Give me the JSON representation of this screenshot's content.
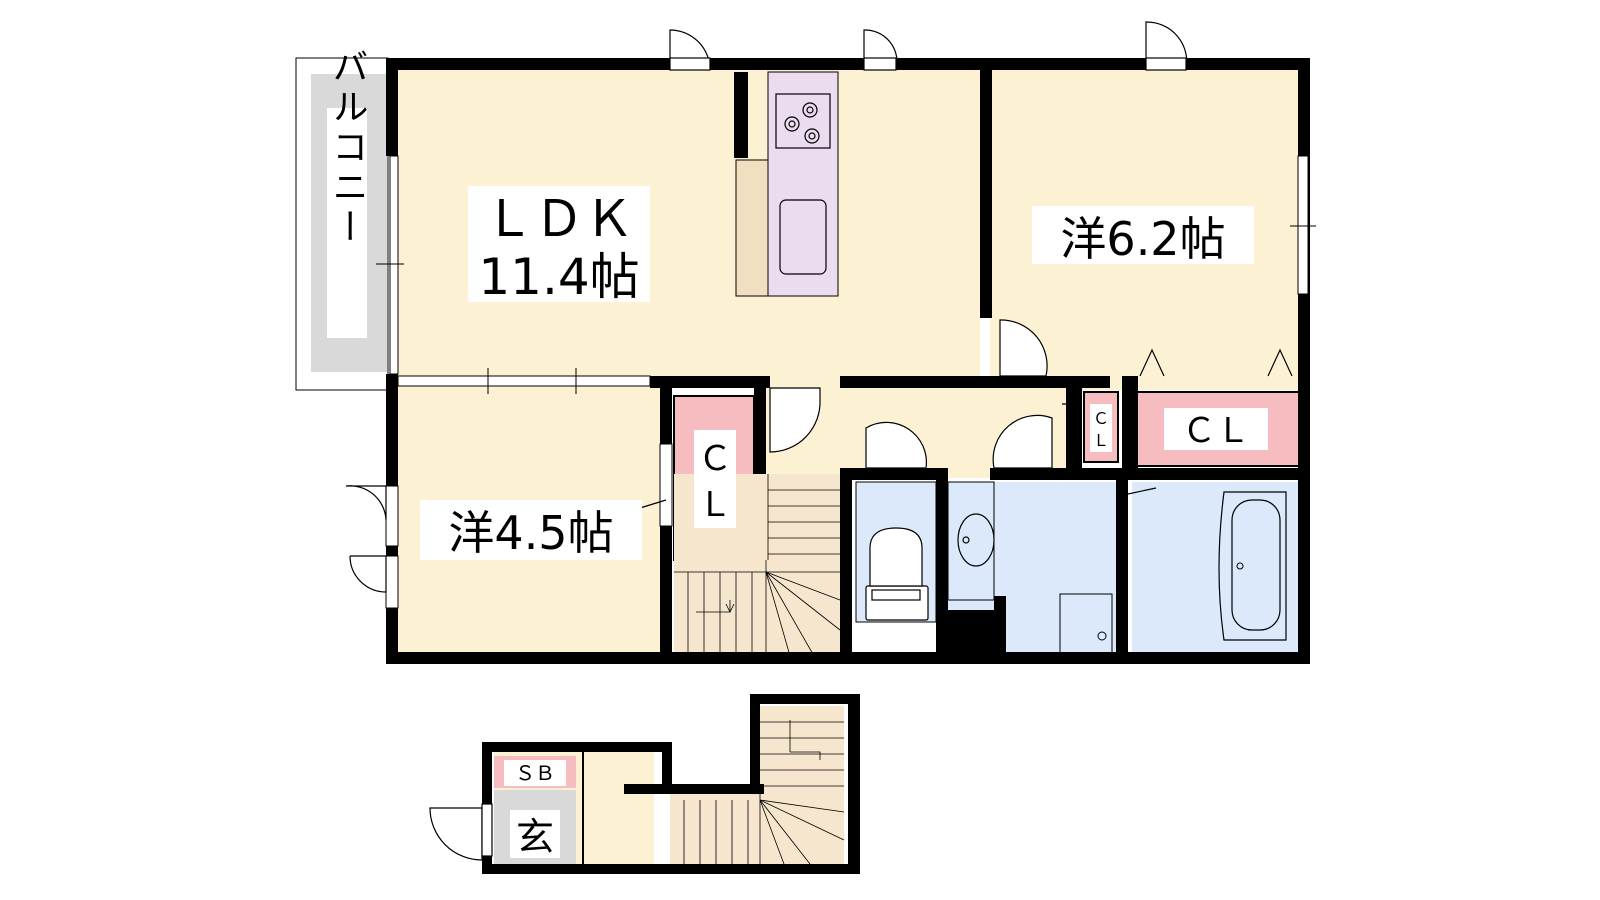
{
  "rooms": {
    "ldk_name": "ＬＤＫ",
    "ldk_size": "11.4帖",
    "western1": "洋6.2帖",
    "western2": "洋4.5帖",
    "closet_large": "ＣＬ",
    "closet_v1": "Ｃ",
    "closet_v2": "Ｌ",
    "closet_small1": "Ｃ",
    "closet_small2": "Ｌ",
    "balcony": "バルコニー",
    "shoe_box": "ＳＢ",
    "entrance": "玄"
  },
  "colors": {
    "room": "#fdf1d3",
    "closet": "#f6bcc0",
    "wet": "#dbe9fb",
    "kitchen": "#ebdcf0",
    "counter": "#f2dfc0",
    "stair": "#f5e6cd",
    "balcony": "#d9d9d9",
    "entrance": "#d9d9d9",
    "wall": "#000000"
  }
}
